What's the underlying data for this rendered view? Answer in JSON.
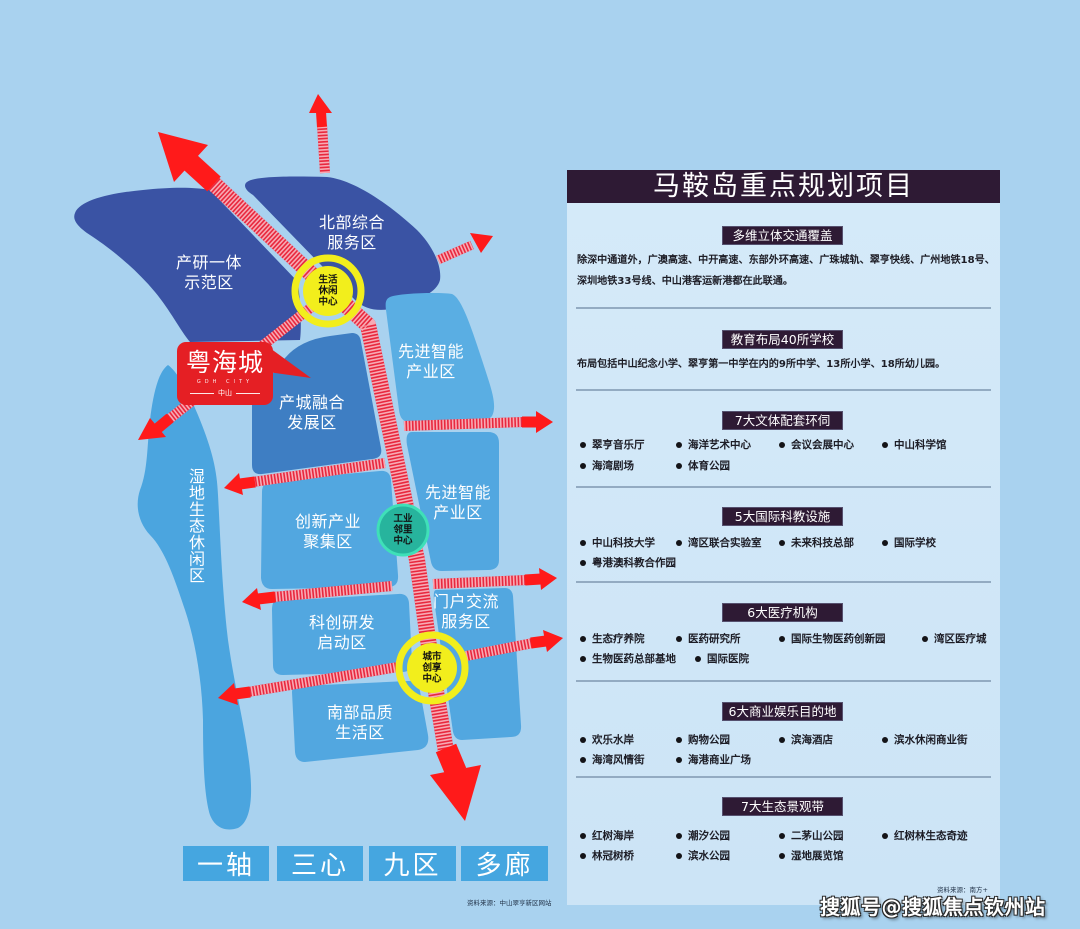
{
  "colors": {
    "background": "#a9d2ef",
    "zone_dark": "#3a53a4",
    "zone_medium": "#3e7ec3",
    "zone_light": "#52a7e0",
    "wetland": "#4ba5df",
    "arrow_red": "#ff1a1a",
    "axis_stripe_base": "#e8283e",
    "axis_stripe_light": "#f7aab4",
    "center_yellow": "#f2ee1c",
    "center_teal": "#27b49d",
    "panel_header": "#2e1a34",
    "panel_body": "#d0e7f7",
    "legend_box": "#45a6e0"
  },
  "map": {
    "zones": [
      {
        "lines": [
          "北部综合",
          "服务区"
        ]
      },
      {
        "lines": [
          "产研一体",
          "示范区"
        ]
      },
      {
        "lines": [
          "先进智能",
          "产业区"
        ]
      },
      {
        "lines": [
          "产城融合",
          "发展区"
        ]
      },
      {
        "lines": [
          "先进智能",
          "产业区"
        ]
      },
      {
        "lines": [
          "创新产业",
          "聚集区"
        ]
      },
      {
        "lines": [
          "门户交流",
          "服务区"
        ]
      },
      {
        "lines": [
          "科创研发",
          "启动区"
        ]
      },
      {
        "lines": [
          "南部品质",
          "生活区"
        ]
      }
    ],
    "wetland": "湿地生态休闲区",
    "centers": [
      {
        "lines": [
          "生活",
          "休闲",
          "中心"
        ]
      },
      {
        "lines": [
          "工业",
          "邻里",
          "中心"
        ]
      },
      {
        "lines": [
          "城市",
          "创享",
          "中心"
        ]
      }
    ],
    "logo": {
      "name": "粤海城",
      "sub": "GDH CITY",
      "city": "中山"
    },
    "legend": [
      "一轴",
      "三心",
      "九区",
      "多廊"
    ],
    "source": "资料来源：中山翠亨新区网站"
  },
  "panel": {
    "title": "马鞍岛重点规划项目",
    "sections": [
      {
        "title": "多维立体交通覆盖",
        "text": [
          "除深中通道外，广澳高速、中开高速、东部外环高速、广珠城轨、翠亨快线、广州地铁18号、",
          "深圳地铁33号线、中山港客运新港都在此联通。"
        ]
      },
      {
        "title": "教育布局40所学校",
        "text": [
          "布局包括中山纪念小学、翠亨第一中学在内的9所中学、13所小学、18所幼儿园。"
        ]
      },
      {
        "title": "7大文体配套环伺",
        "items": [
          "翠亨音乐厅",
          "海洋艺术中心",
          "会议会展中心",
          "中山科学馆",
          "海湾剧场",
          "体育公园"
        ]
      },
      {
        "title": "5大国际科教设施",
        "items": [
          "中山科技大学",
          "湾区联合实验室",
          "未来科技总部",
          "国际学校",
          "粤港澳科教合作园"
        ]
      },
      {
        "title": "6大医疗机构",
        "items": [
          "生态疗养院",
          "医药研究所",
          "国际生物医药创新园",
          "湾区医疗城",
          "生物医药总部基地",
          "国际医院"
        ]
      },
      {
        "title": "6大商业娱乐目的地",
        "items": [
          "欢乐水岸",
          "购物公园",
          "滨海酒店",
          "滨水休闲商业街",
          "海湾风情街",
          "海港商业广场"
        ]
      },
      {
        "title": "7大生态景观带",
        "items": [
          "红树海岸",
          "潮汐公园",
          "二茅山公园",
          "红树林生态奇迹",
          "林冠树桥",
          "滨水公园",
          "湿地展览馆"
        ]
      }
    ],
    "source": "资料来源：南方+"
  },
  "watermark": "搜狐号@搜狐焦点钦州站"
}
